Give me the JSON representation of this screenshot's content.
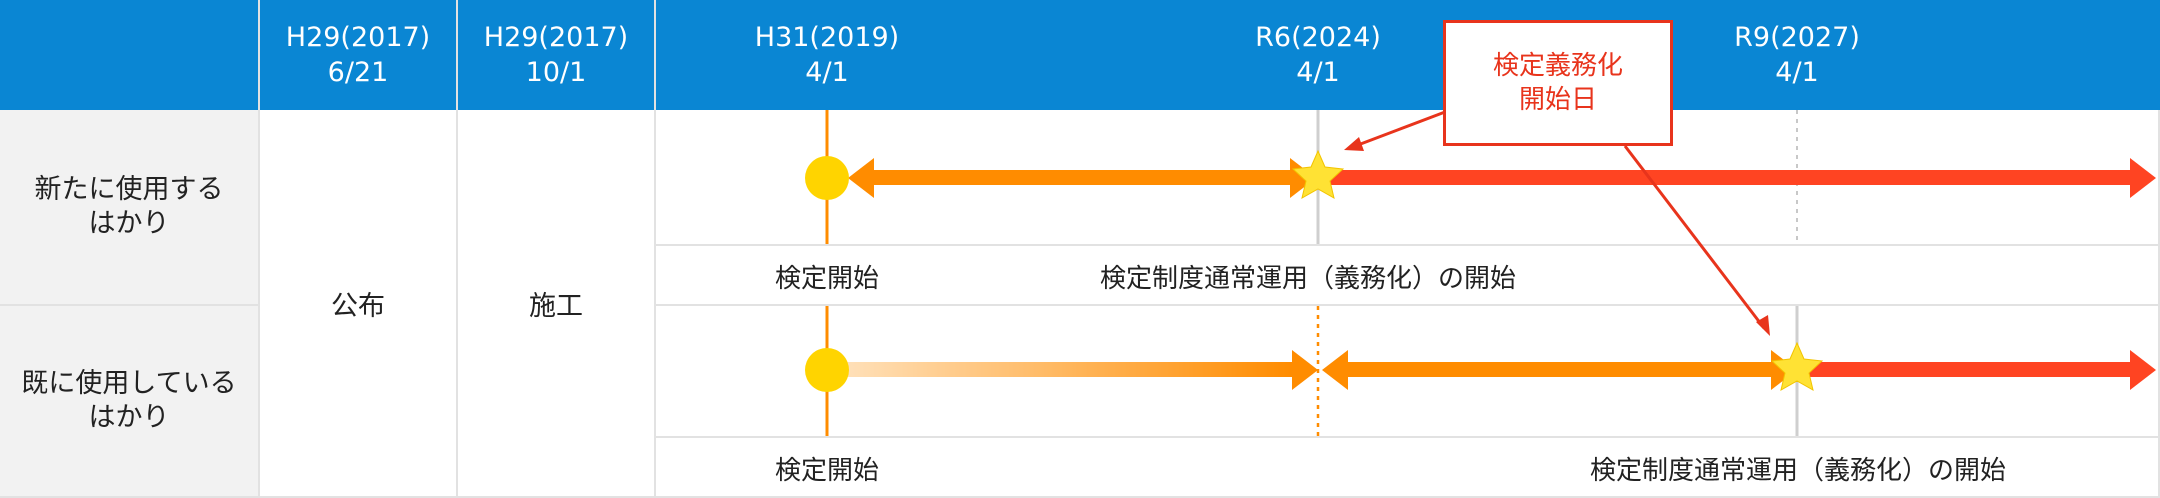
{
  "header": {
    "dates": [
      {
        "era": "H29(2017)",
        "md": "6/21"
      },
      {
        "era": "H29(2017)",
        "md": "10/1"
      },
      {
        "era": "H31(2019)",
        "md": "4/1"
      },
      {
        "era": "R6(2024)",
        "md": "4/1"
      },
      {
        "era": "R9(2027)",
        "md": "4/1"
      }
    ]
  },
  "rows": [
    {
      "label_line1": "新たに使用する",
      "label_line2": "はかり"
    },
    {
      "label_line1": "既に使用している",
      "label_line2": "はかり"
    }
  ],
  "cells": {
    "promulgation": "公布",
    "enforcement": "施工"
  },
  "timeline": {
    "row1": {
      "start_label": "検定開始",
      "operation_label": "検定制度通常運用（義務化）の開始"
    },
    "row2": {
      "start_label": "検定開始",
      "operation_label": "検定制度通常運用（義務化）の開始"
    }
  },
  "callout": {
    "line1": "検定義務化",
    "line2": "開始日"
  },
  "colors": {
    "header_blue": "#0a86d3",
    "orange": "#ff8c00",
    "red": "#ff4422",
    "yellow": "#ffd400",
    "callout_red": "#e8341c",
    "row_label_bg": "#f2f2f2"
  },
  "icons": [
    "circle-marker-icon",
    "star-marker-icon",
    "arrow-head-icon"
  ]
}
